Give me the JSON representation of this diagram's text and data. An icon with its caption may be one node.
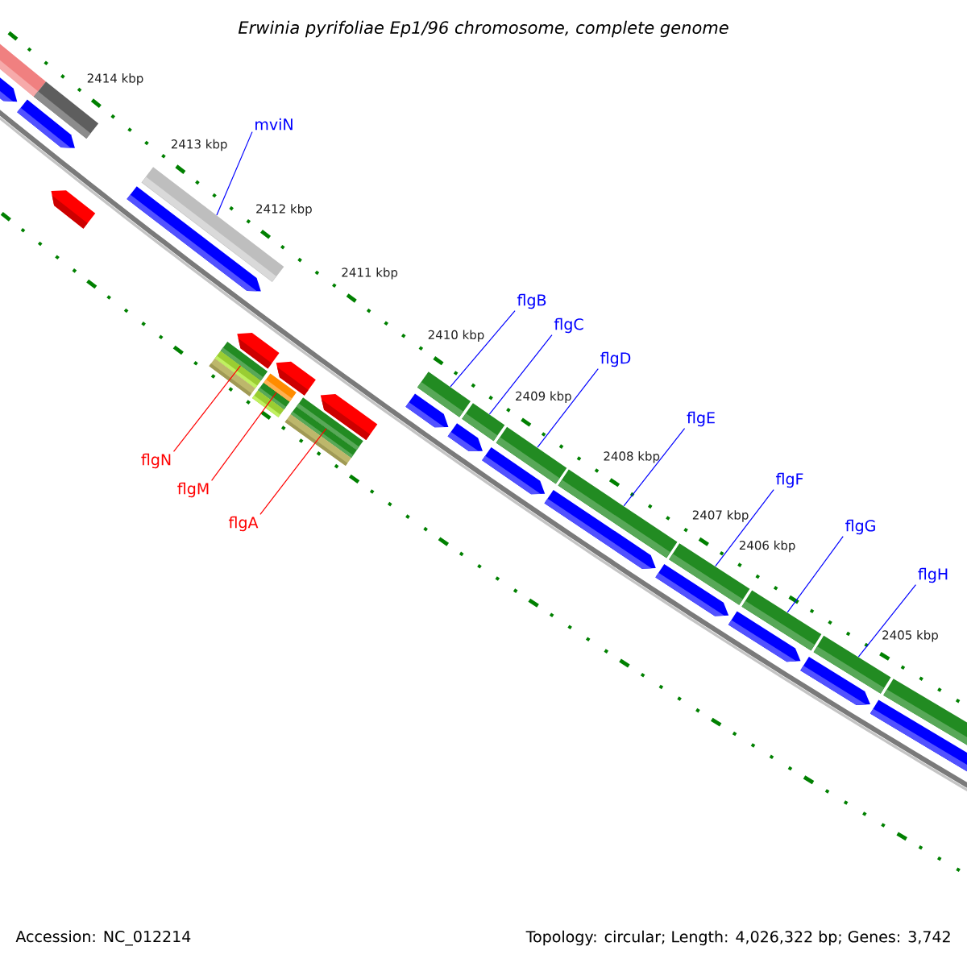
{
  "diagram": {
    "title": "Erwinia pyrifoliae Ep1/96 chromosome, complete genome",
    "nodes": [
      {
        "text": [
          "mviN"
        ]
      },
      {
        "text": [
          "flgB"
        ]
      },
      {
        "text": [
          "flgC"
        ]
      },
      {
        "text": [
          "flgD"
        ]
      },
      {
        "text": [
          "flgE"
        ]
      },
      {
        "text": [
          "flgF"
        ]
      },
      {
        "text": [
          "flgG"
        ]
      },
      {
        "text": [
          "flgH"
        ]
      },
      {
        "text": [
          "flgN"
        ]
      },
      {
        "text": [
          "flgM"
        ]
      },
      {
        "text": [
          "flgA"
        ]
      },
      {
        "text": [],
        "shape": "bar"
      },
      {
        "text": [],
        "shape": "bar"
      },
      {
        "text": [],
        "shape": "bar"
      },
      {
        "text": [],
        "shape": "bar"
      },
      {
        "text": [],
        "shape": "bar"
      },
      {
        "text": [],
        "shape": "bar"
      },
      {
        "text": [],
        "shape": "bar"
      },
      {
        "text": [],
        "shape": "bar"
      },
      {
        "text": [],
        "shape": "bar"
      },
      {
        "text": [],
        "shape": "bar"
      },
      {
        "text": [],
        "shape": "bar"
      }
    ],
    "edges": [
      {
        "from": 0,
        "to": 11,
        "arrow": "none"
      },
      {
        "from": 1,
        "to": 12,
        "arrow": "none"
      },
      {
        "from": 2,
        "to": 13,
        "arrow": "none"
      },
      {
        "from": 3,
        "to": 14,
        "arrow": "none"
      },
      {
        "from": 4,
        "to": 15,
        "arrow": "none"
      },
      {
        "from": 5,
        "to": 16,
        "arrow": "none"
      },
      {
        "from": 6,
        "to": 17,
        "arrow": "none"
      },
      {
        "from": 7,
        "to": 18,
        "arrow": "none"
      },
      {
        "from": 8,
        "to": 19,
        "arrow": "none",
        "color": "#ff0000"
      },
      {
        "from": 9,
        "to": 20,
        "arrow": "none",
        "color": "#ff0000"
      },
      {
        "from": 10,
        "to": 21,
        "arrow": "none",
        "color": "#ff0000"
      }
    ],
    "labels": [
      "2414 kbp",
      "2413 kbp",
      "2412 kbp",
      "2411 kbp",
      "2410 kbp",
      "2409 kbp",
      "2408 kbp",
      "2407 kbp",
      "2406 kbp",
      "2405 kbp",
      "Accession: NC_012214",
      "Topology: circular; Length: 4,026,322 bp; Genes: 3,742"
    ]
  }
}
